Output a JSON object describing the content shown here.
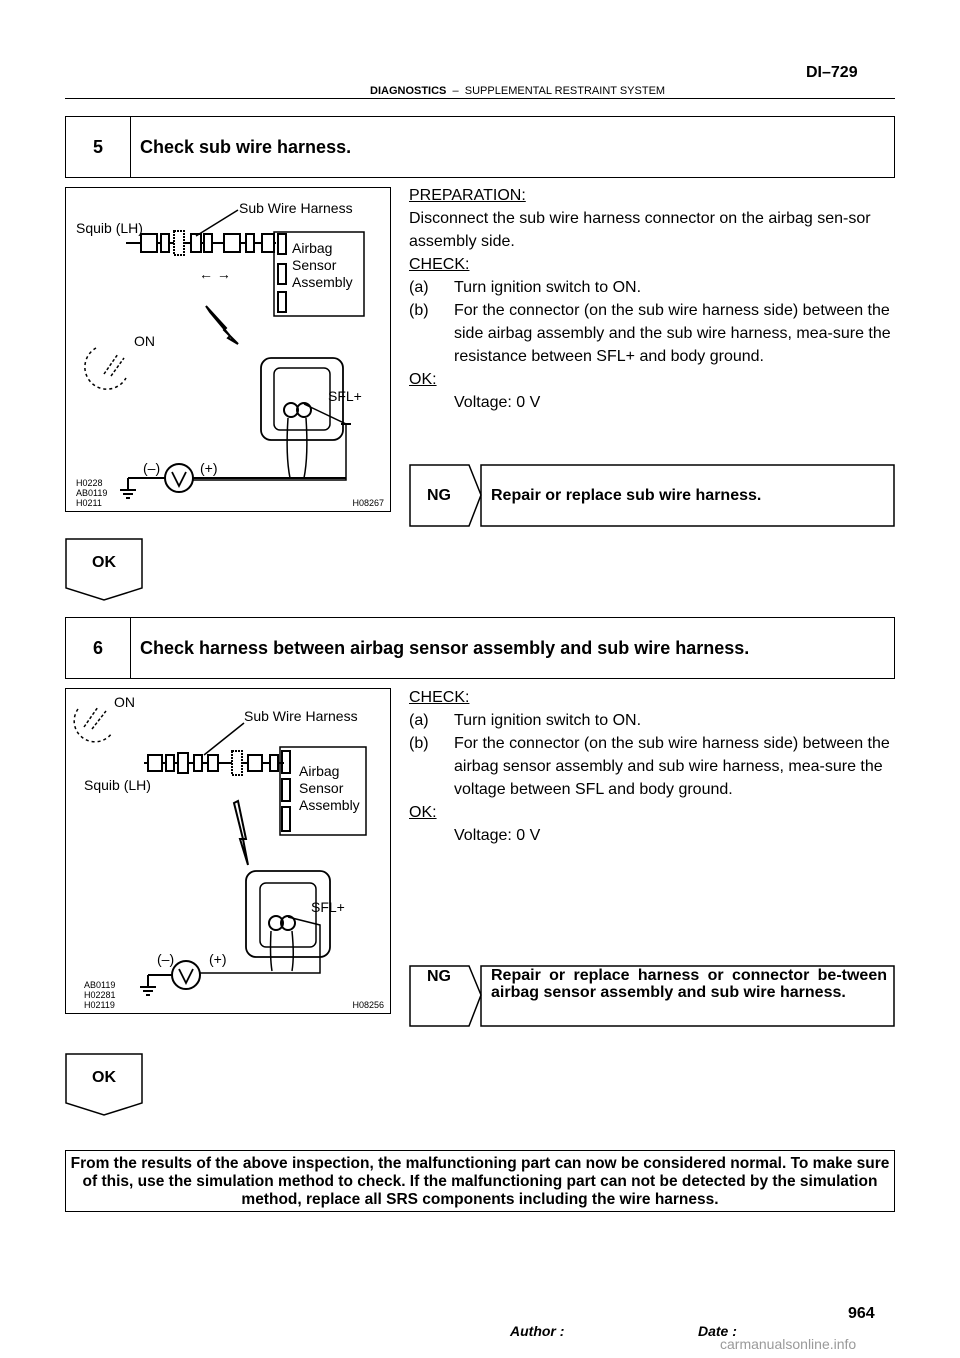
{
  "header": {
    "page_code": "DI–729",
    "section_bold": "DIAGNOSTICS",
    "section_dash": "–",
    "section_rest": "SUPPLEMENTAL RESTRAINT SYSTEM"
  },
  "step5": {
    "number": "5",
    "title": "Check sub wire harness.",
    "figure": {
      "labels": {
        "sub_wire_harness": "Sub Wire Harness",
        "squib": "Squib (LH)",
        "airbag1": "Airbag",
        "airbag2": "Sensor",
        "airbag3": "Assembly",
        "on": "ON",
        "sfl": "SFL+",
        "minus": "(–)",
        "plus": "(+)",
        "arrows": "← →"
      },
      "codes_left": [
        "H0228",
        "AB0119",
        "H0211"
      ],
      "code_right": "H08267"
    },
    "preparation_heading": "PREPARATION:",
    "preparation_text": "Disconnect the sub wire harness connector on the airbag sen-sor assembly side.",
    "check_heading": "CHECK:",
    "check_items": [
      {
        "tag": "(a)",
        "text": "Turn ignition switch to ON."
      },
      {
        "tag": "(b)",
        "text": "For the connector (on the sub wire harness side) between the side airbag assembly and the sub wire harness, mea-sure the resistance between SFL+ and body ground."
      }
    ],
    "ok_heading": "OK:",
    "ok_value": "Voltage: 0 V",
    "ng_label": "NG",
    "ng_text": "Repair or replace sub wire harness.",
    "ok_flow": "OK"
  },
  "step6": {
    "number": "6",
    "title": "Check harness between airbag sensor assembly and sub wire harness.",
    "figure": {
      "labels": {
        "on": "ON",
        "sub_wire_harness": "Sub Wire Harness",
        "squib": "Squib (LH)",
        "airbag1": "Airbag",
        "airbag2": "Sensor",
        "airbag3": "Assembly",
        "sfl": "SFL+",
        "minus": "(–)",
        "plus": "(+)"
      },
      "codes_left": [
        "AB0119",
        "H02281",
        "H02119"
      ],
      "code_right": "H08256"
    },
    "check_heading": "CHECK:",
    "check_items": [
      {
        "tag": "(a)",
        "text": "Turn ignition switch to ON."
      },
      {
        "tag": "(b)",
        "text": "For the connector (on the sub wire harness side) between the airbag sensor assembly and sub wire harness, mea-sure the voltage between SFL and body ground."
      }
    ],
    "ok_heading": "OK:",
    "ok_value": "Voltage: 0 V",
    "ng_label": "NG",
    "ng_text": "Repair or replace harness or connector be-tween airbag sensor assembly and sub wire harness.",
    "ok_flow": "OK"
  },
  "conclusion": "From the results of the above inspection, the malfunctioning part can now be considered normal. To make sure of this, use the simulation method to check. If the malfunctioning part can not be detected by the simulation method, replace all SRS components including the wire harness.",
  "footer": {
    "page_number": "964",
    "author_label": "Author :",
    "date_label": "Date :",
    "watermark": "carmanualsonline.info"
  }
}
